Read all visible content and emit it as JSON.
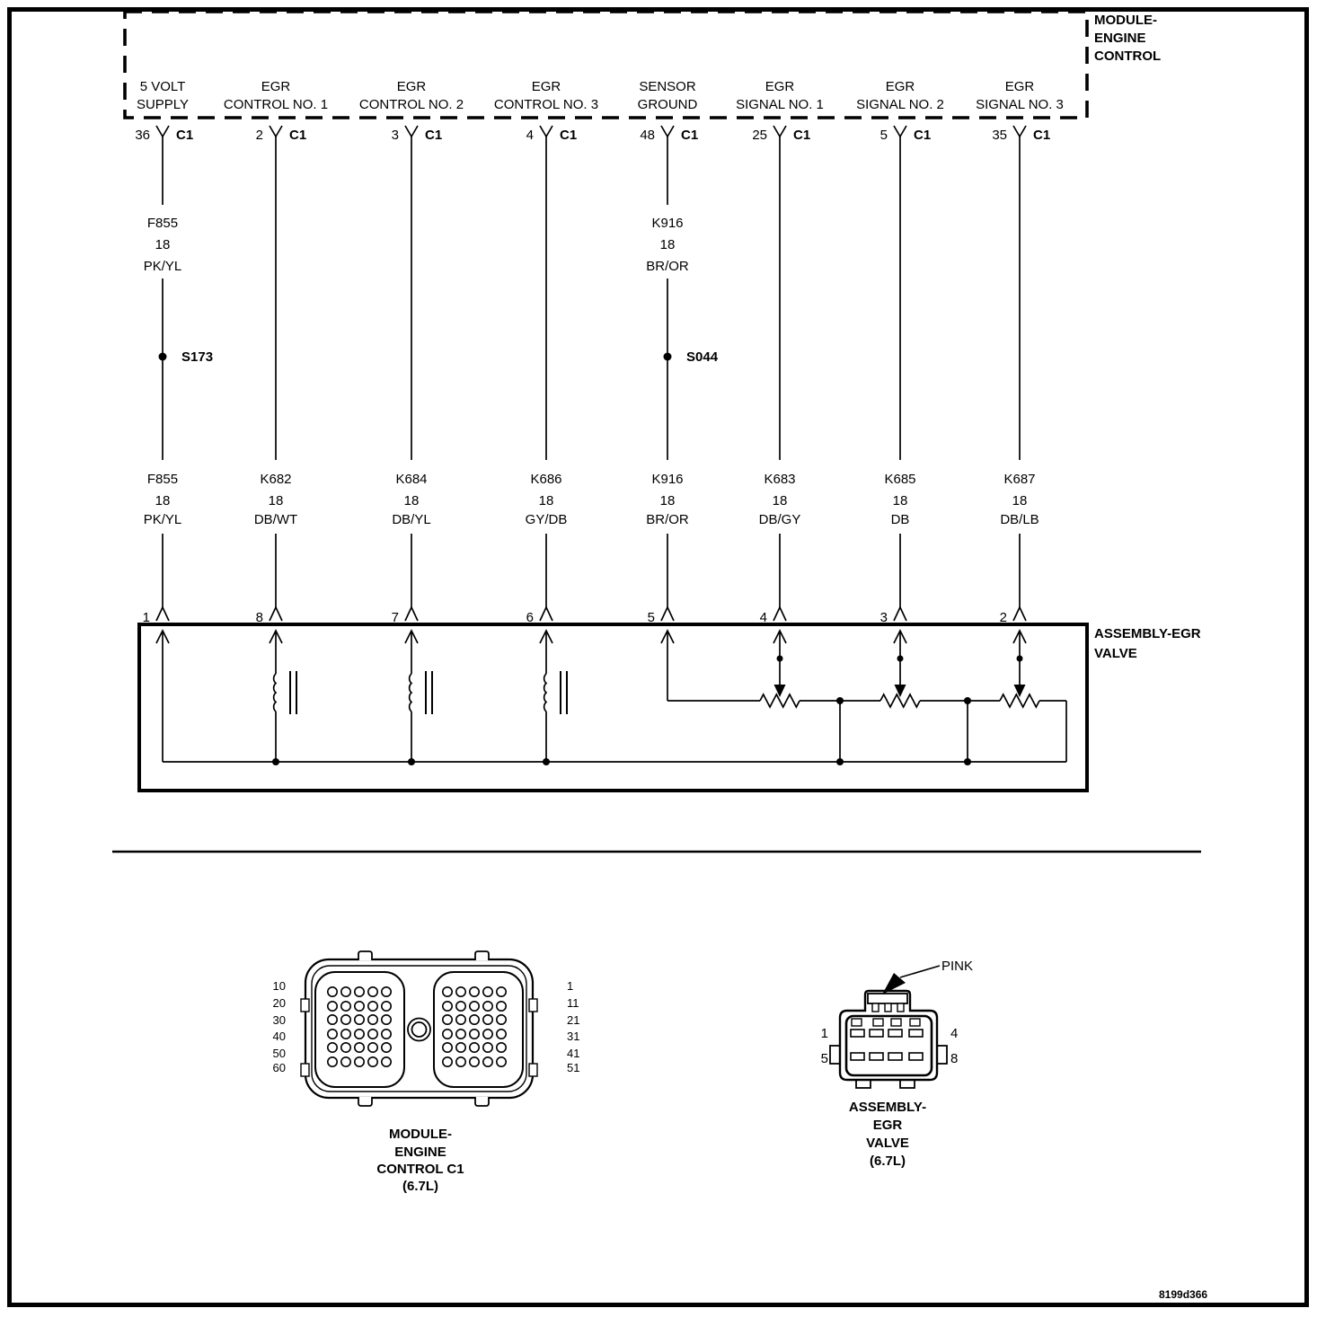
{
  "colors": {
    "ink": "#000000",
    "background": "#ffffff"
  },
  "module_control_box": {
    "label_line1": "MODULE-",
    "label_line2": "ENGINE",
    "label_line3": "CONTROL"
  },
  "egr_valve_box": {
    "label_line1": "ASSEMBLY-EGR",
    "label_line2": "VALVE"
  },
  "columns": [
    {
      "header_line1": "5 VOLT",
      "header_line2": "SUPPLY",
      "module_pin": "36",
      "module_connector": "C1",
      "upper_wire": {
        "code": "F855",
        "gauge": "18",
        "color": "PK/YL"
      },
      "splice_label": "S173",
      "lower_wire": {
        "code": "F855",
        "gauge": "18",
        "color": "PK/YL"
      },
      "valve_pin": "1"
    },
    {
      "header_line1": "EGR",
      "header_line2": "CONTROL NO. 1",
      "module_pin": "2",
      "module_connector": "C1",
      "lower_wire": {
        "code": "K682",
        "gauge": "18",
        "color": "DB/WT"
      },
      "valve_pin": "8"
    },
    {
      "header_line1": "EGR",
      "header_line2": "CONTROL NO. 2",
      "module_pin": "3",
      "module_connector": "C1",
      "lower_wire": {
        "code": "K684",
        "gauge": "18",
        "color": "DB/YL"
      },
      "valve_pin": "7"
    },
    {
      "header_line1": "EGR",
      "header_line2": "CONTROL NO. 3",
      "module_pin": "4",
      "module_connector": "C1",
      "lower_wire": {
        "code": "K686",
        "gauge": "18",
        "color": "GY/DB"
      },
      "valve_pin": "6"
    },
    {
      "header_line1": "SENSOR",
      "header_line2": "GROUND",
      "module_pin": "48",
      "module_connector": "C1",
      "upper_wire": {
        "code": "K916",
        "gauge": "18",
        "color": "BR/OR"
      },
      "splice_label": "S044",
      "lower_wire": {
        "code": "K916",
        "gauge": "18",
        "color": "BR/OR"
      },
      "valve_pin": "5"
    },
    {
      "header_line1": "EGR",
      "header_line2": "SIGNAL NO. 1",
      "module_pin": "25",
      "module_connector": "C1",
      "lower_wire": {
        "code": "K683",
        "gauge": "18",
        "color": "DB/GY"
      },
      "valve_pin": "4"
    },
    {
      "header_line1": "EGR",
      "header_line2": "SIGNAL NO. 2",
      "module_pin": "5",
      "module_connector": "C1",
      "lower_wire": {
        "code": "K685",
        "gauge": "18",
        "color": "DB"
      },
      "valve_pin": "3"
    },
    {
      "header_line1": "EGR",
      "header_line2": "SIGNAL NO. 3",
      "module_pin": "35",
      "module_connector": "C1",
      "lower_wire": {
        "code": "K687",
        "gauge": "18",
        "color": "DB/LB"
      },
      "valve_pin": "2"
    }
  ],
  "connector_views": {
    "module": {
      "left_pin_labels": [
        "10",
        "20",
        "30",
        "40",
        "50",
        "60"
      ],
      "right_pin_labels": [
        "1",
        "11",
        "21",
        "31",
        "41",
        "51"
      ],
      "caption_line1": "MODULE-",
      "caption_line2": "ENGINE",
      "caption_line3": "CONTROL C1",
      "caption_line4": "(6.7L)"
    },
    "valve": {
      "lock_label": "PINK",
      "pin_top_left": "1",
      "pin_top_right": "4",
      "pin_bottom_left": "5",
      "pin_bottom_right": "8",
      "caption_line1": "ASSEMBLY-",
      "caption_line2": "EGR",
      "caption_line3": "VALVE",
      "caption_line4": "(6.7L)"
    }
  },
  "footer": {
    "diagram_id": "8199d366"
  }
}
